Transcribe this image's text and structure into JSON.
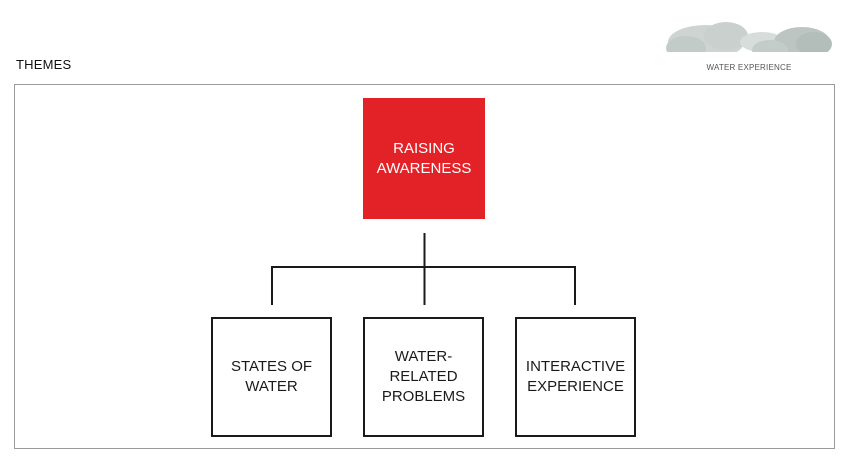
{
  "header": {
    "title": "THEMES"
  },
  "logo": {
    "text": "WATER EXPERIENCE",
    "colors": [
      "#c9d0cd",
      "#b9c3bf",
      "#aeb8b4"
    ]
  },
  "diagram": {
    "root": {
      "lines": [
        "RAISING",
        "AWARENESS"
      ],
      "color": "#e32228"
    },
    "children": [
      {
        "lines": [
          "STATES OF",
          "WATER"
        ]
      },
      {
        "lines": [
          "WATER-RELATED",
          "PROBLEMS"
        ]
      },
      {
        "lines": [
          "INTERACTIVE",
          "EXPERIENCE"
        ]
      }
    ]
  }
}
